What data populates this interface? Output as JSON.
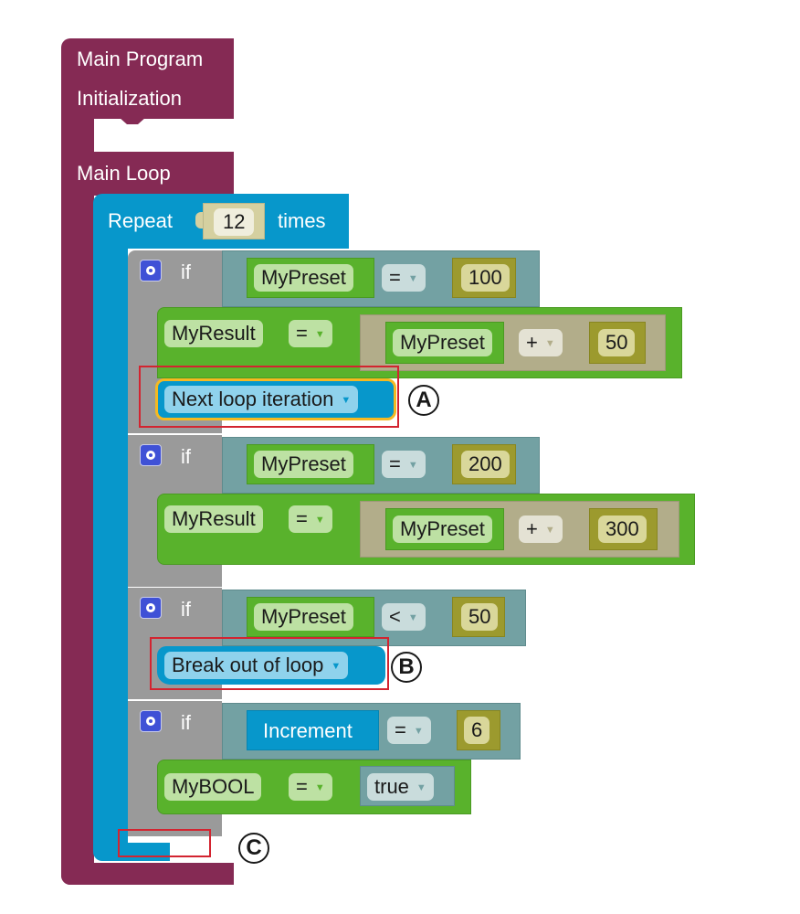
{
  "program": {
    "title": "Main Program",
    "initialization_label": "Initialization",
    "main_loop_label": "Main Loop",
    "repeat": {
      "label": "Repeat",
      "count": "12",
      "suffix": "times"
    },
    "if_blocks": [
      {
        "keyword": "if",
        "condition": {
          "variable": "MyPreset",
          "operator": "=",
          "value": "100"
        },
        "body": {
          "target": "MyResult",
          "assign_op": "=",
          "expr": {
            "variable": "MyPreset",
            "operator": "+",
            "value": "50"
          }
        },
        "control": {
          "label": "Next loop iteration"
        }
      },
      {
        "keyword": "if",
        "condition": {
          "variable": "MyPreset",
          "operator": "=",
          "value": "200"
        },
        "body": {
          "target": "MyResult",
          "assign_op": "=",
          "expr": {
            "variable": "MyPreset",
            "operator": "+",
            "value": "300"
          }
        }
      },
      {
        "keyword": "if",
        "condition": {
          "variable": "MyPreset",
          "operator": "<",
          "value": "50"
        },
        "control": {
          "label": "Break out of loop"
        }
      },
      {
        "keyword": "if",
        "condition": {
          "variable": "Increment",
          "operator": "=",
          "value": "6"
        },
        "body": {
          "target": "MyBOOL",
          "assign_op": "=",
          "value": "true"
        }
      }
    ]
  },
  "annotations": {
    "a": "A",
    "b": "B",
    "c": "C"
  },
  "colors": {
    "main_program": "#852a54",
    "repeat": "#0797cb",
    "if_block": "#9a9a9a",
    "condition": "#73a1a3",
    "assignment": "#59b22c",
    "number": "#9c9a2e",
    "highlight_box": "#d32430",
    "selection_outline": "#f5b921"
  }
}
